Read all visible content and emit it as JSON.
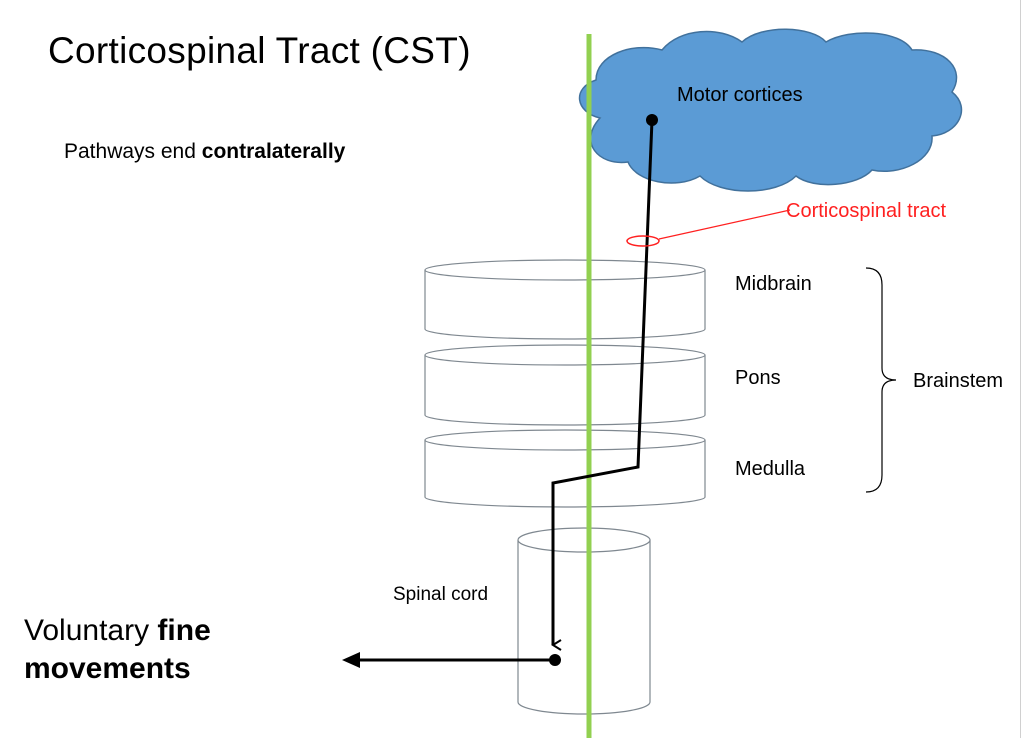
{
  "slide": {
    "title": "Corticospinal Tract (CST)",
    "subtitle_prefix": "Pathways end ",
    "subtitle_bold": "contralaterally",
    "outcome_prefix": "Voluntary ",
    "outcome_bold_1": "fine",
    "outcome_bold_2": "movements"
  },
  "labels": {
    "motor_cortices": "Motor cortices",
    "corticospinal_tract": "Corticospinal tract",
    "midbrain": "Midbrain",
    "pons": "Pons",
    "medulla": "Medulla",
    "brainstem": "Brainstem",
    "spinal_cord": "Spinal cord"
  },
  "colors": {
    "midline": "#92d050",
    "cloud_fill": "#5b9bd5",
    "cloud_stroke": "#41719c",
    "annotation_red": "#ff2020",
    "pathway": "#000000",
    "cylinder_stroke": "#7f8890"
  }
}
